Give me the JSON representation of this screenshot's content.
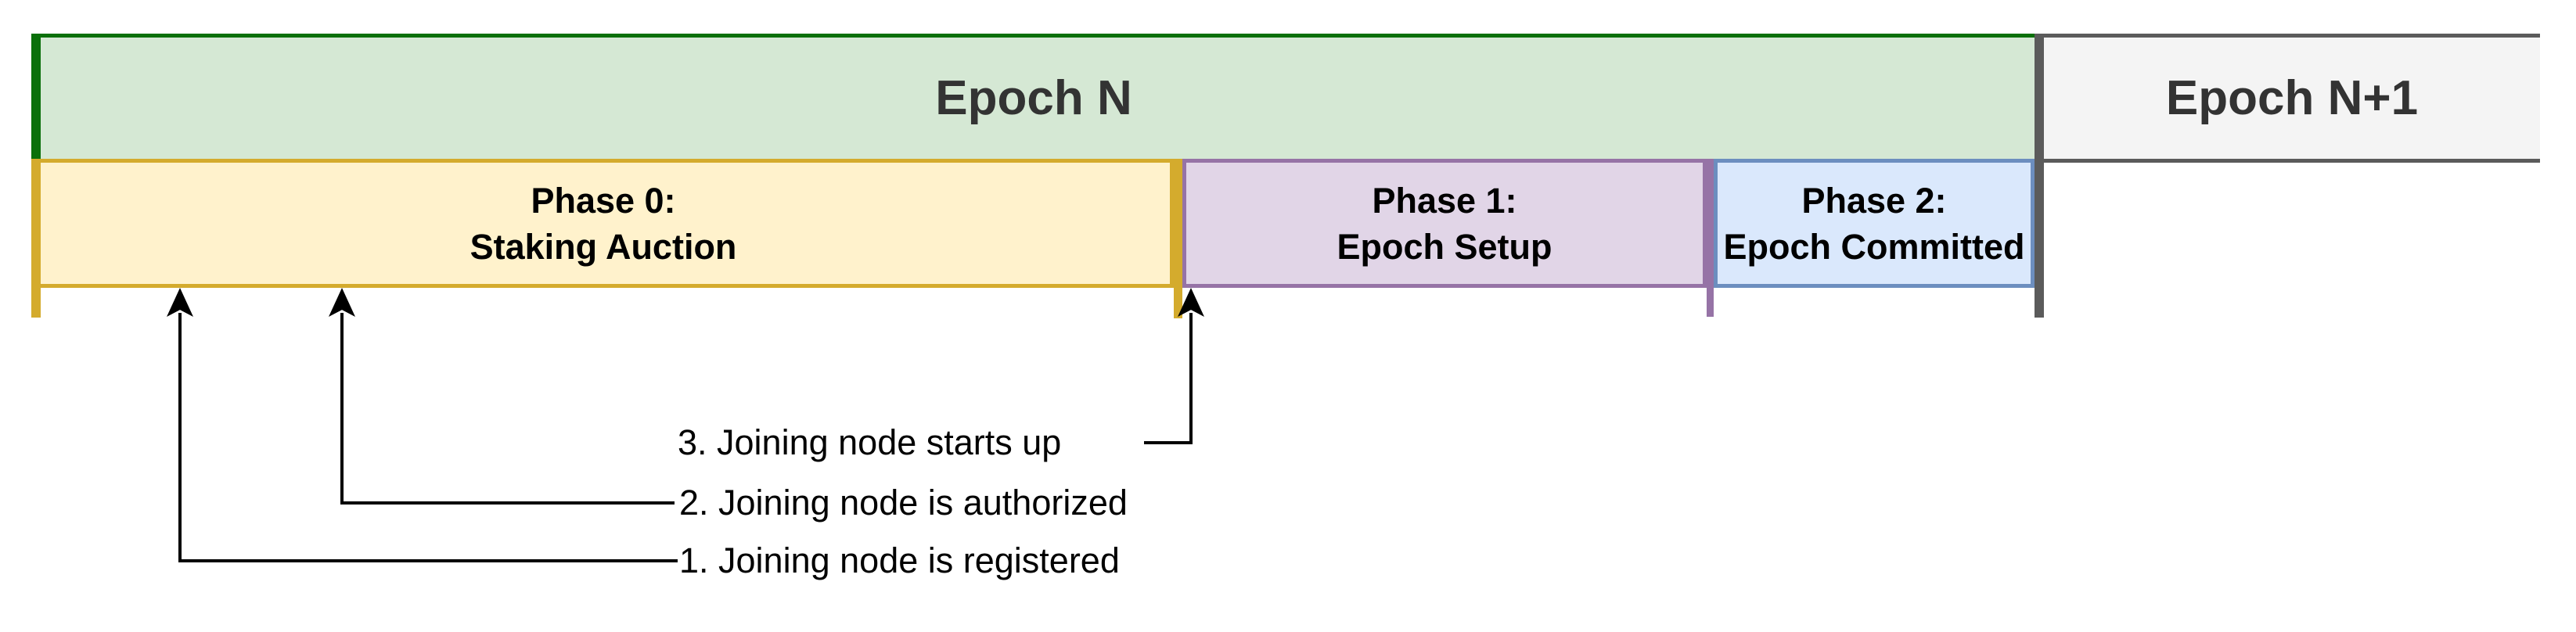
{
  "epochs": [
    {
      "id": "epoch-n",
      "label": "Epoch N"
    },
    {
      "id": "epoch-n-plus-1",
      "label": "Epoch N+1"
    }
  ],
  "phases": [
    {
      "id": "phase-0",
      "title": "Phase 0:",
      "subtitle": "Staking Auction"
    },
    {
      "id": "phase-1",
      "title": "Phase 1:",
      "subtitle": "Epoch Setup"
    },
    {
      "id": "phase-2",
      "title": "Phase 2:",
      "subtitle": "Epoch Committed"
    }
  ],
  "annotations": [
    {
      "id": "step-1",
      "label": "1. Joining node is registered"
    },
    {
      "id": "step-2",
      "label": "2. Joining node is authorized"
    },
    {
      "id": "step-3",
      "label": "3. Joining node starts up"
    }
  ],
  "colors": {
    "epoch-n-fill": "#d5e8d4",
    "epoch-n-stroke": "#0a700a",
    "epoch-n1-fill": "#f4f4f4",
    "epoch-n1-stroke": "#5b5b5b",
    "phase-0-fill": "#fff2cc",
    "phase-0-stroke": "#d4ab2d",
    "phase-1-fill": "#e1d5e7",
    "phase-1-stroke": "#9673a6",
    "phase-2-fill": "#dae8fc",
    "phase-2-stroke": "#6c8ebf",
    "divider": "#5b5b5b",
    "epoch-label-text": "#333333",
    "annotation-text": "#000000"
  }
}
